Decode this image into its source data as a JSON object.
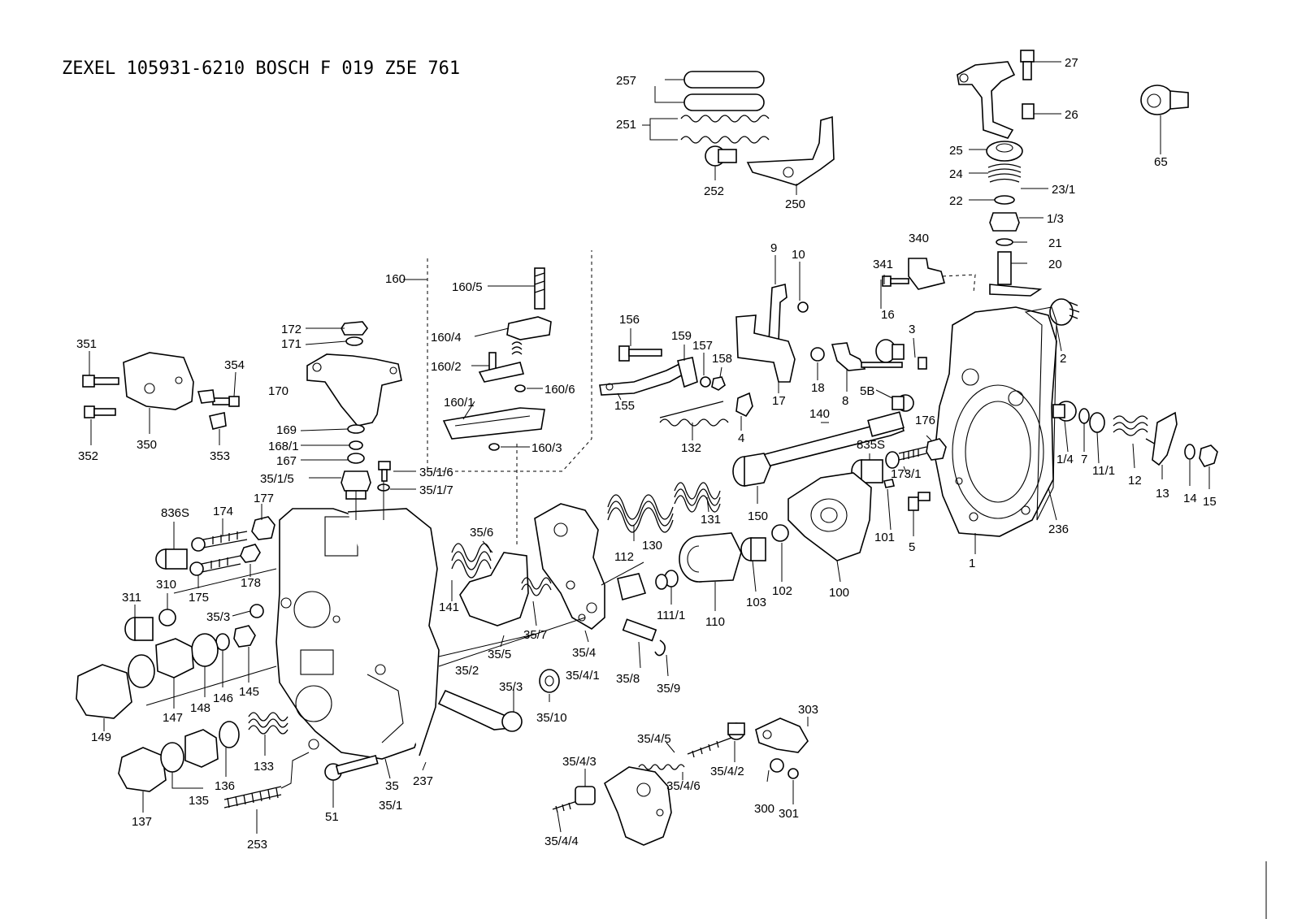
{
  "header": {
    "title": "ZEXEL  105931-6210  BOSCH  F 019 Z5E 761"
  },
  "labels": [
    "27",
    "26",
    "65",
    "25",
    "24",
    "23/1",
    "22",
    "1/3",
    "21",
    "20",
    "340",
    "341",
    "16",
    "3",
    "2",
    "257",
    "251",
    "252",
    "250",
    "9",
    "10",
    "18",
    "17",
    "8",
    "5B",
    "176",
    "156",
    "159",
    "157",
    "158",
    "155",
    "132",
    "4",
    "140",
    "835S",
    "173/1",
    "1/4",
    "7",
    "11/1",
    "12",
    "13",
    "14",
    "15",
    "236",
    "160",
    "160/5",
    "160/4",
    "160/2",
    "160/6",
    "160/1",
    "160/3",
    "351",
    "354",
    "350",
    "352",
    "353",
    "172",
    "171",
    "170",
    "169",
    "168/1",
    "167",
    "35/1/5",
    "35/1/6",
    "35/1/7",
    "836S",
    "174",
    "177",
    "175",
    "178",
    "311",
    "310",
    "35/3",
    "149",
    "147",
    "148",
    "146",
    "145",
    "137",
    "135",
    "136",
    "133",
    "253",
    "51",
    "35",
    "35/1",
    "237",
    "35/6",
    "141",
    "35/7",
    "35/5",
    "35/2",
    "35/4",
    "35/4/1",
    "35/8",
    "35/9",
    "35/3",
    "35/10",
    "130",
    "112",
    "131",
    "150",
    "111/1",
    "110",
    "103",
    "102",
    "100",
    "101",
    "5",
    "1",
    "303",
    "35/4/5",
    "35/4/3",
    "35/4/6",
    "35/4/2",
    "300",
    "301",
    "35/4/4"
  ]
}
